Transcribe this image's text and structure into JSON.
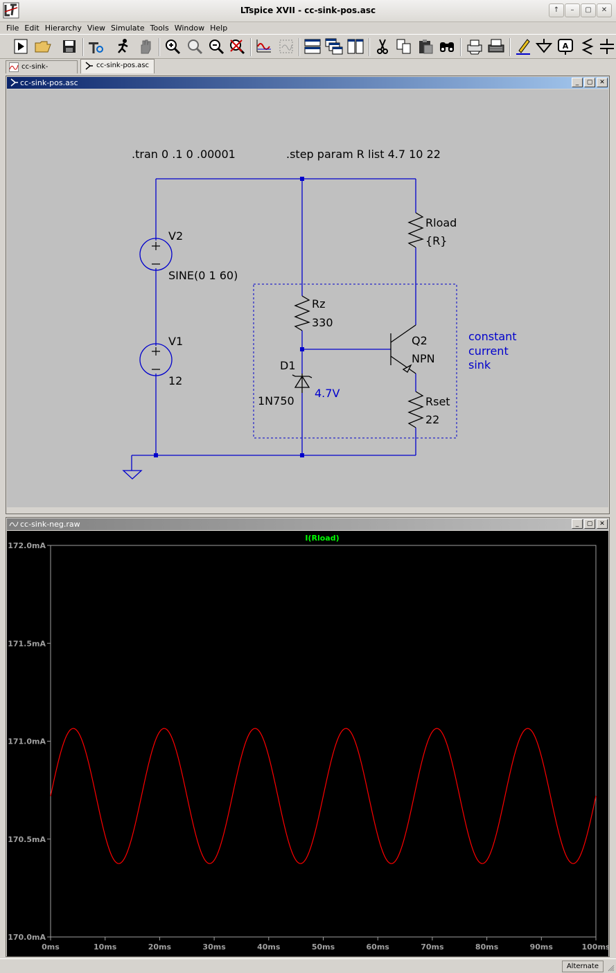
{
  "window": {
    "title": "LTspice XVII - cc-sink-pos.asc",
    "controls": [
      "↑",
      "–",
      "▢",
      "✕"
    ]
  },
  "menu": [
    "File",
    "Edit",
    "Hierarchy",
    "View",
    "Simulate",
    "Tools",
    "Window",
    "Help"
  ],
  "toolbar_icons": [
    "run-icon",
    "open-folder-icon",
    "save-icon",
    "control-panel-icon",
    "halt-icon",
    "pan-hand-icon",
    "zoom-in-icon",
    "zoom-rect-icon",
    "zoom-out-icon",
    "zoom-cancel-icon",
    "autorange-icon",
    "zoom-box-icon",
    "tile-horizontal-icon",
    "cascade-icon",
    "tile-vertical-icon",
    "cut-icon",
    "copy-icon",
    "paste-icon",
    "find-icon",
    "print-preview-icon",
    "print-icon",
    "wire-pencil-icon",
    "ground-icon",
    "label-net-icon",
    "resistor-icon",
    "capacitor-icon"
  ],
  "tabs": [
    {
      "label": "cc-sink-neg.raw",
      "icon": "waveform-file-icon"
    },
    {
      "label": "cc-sink-pos.asc",
      "icon": "schematic-file-icon"
    }
  ],
  "schematic": {
    "title": "cc-sink-pos.asc",
    "directives": {
      "tran": ".tran 0 .1 0 .00001",
      "step": ".step param R list 4.7 10 22"
    },
    "components": {
      "v2": {
        "name": "V2",
        "value": "SINE(0 1 60)"
      },
      "v1": {
        "name": "V1",
        "value": "12"
      },
      "rload": {
        "name": "Rload",
        "value": "{R}"
      },
      "rz": {
        "name": "Rz",
        "value": "330"
      },
      "q2": {
        "name": "Q2",
        "value": "NPN"
      },
      "d1": {
        "name": "D1",
        "value": "1N750",
        "voltage": "4.7V"
      },
      "rset": {
        "name": "Rset",
        "value": "22"
      }
    },
    "comment": [
      "constant",
      "current",
      "sink"
    ],
    "colors": {
      "background": "#c0c0c0",
      "wire": "#0000cc",
      "comment": "#0000cc"
    }
  },
  "waveform": {
    "title": "cc-sink-neg.raw",
    "trace_label": "I(Rload)",
    "colors": {
      "background": "#000000",
      "trace": "#ff0000",
      "trace_label": "#00ff00"
    }
  },
  "chart_data": {
    "type": "line",
    "title": "I(Rload)",
    "xlabel": "",
    "ylabel": "",
    "xlim": [
      0,
      100
    ],
    "ylim": [
      170.0,
      172.0
    ],
    "x_tick_labels": [
      "0ms",
      "10ms",
      "20ms",
      "30ms",
      "40ms",
      "50ms",
      "60ms",
      "70ms",
      "80ms",
      "90ms",
      "100ms"
    ],
    "y_tick_labels": [
      "172.0mA",
      "171.5mA",
      "171.0mA",
      "170.5mA",
      "170.0mA"
    ],
    "y_ticks": [
      172.0,
      171.5,
      171.0,
      170.5,
      170.0
    ],
    "grid": false,
    "series": [
      {
        "name": "I(Rload)",
        "shape": "sine",
        "frequency_hz": 60,
        "offset": 170.72,
        "amplitude": 0.345,
        "x_ms": [
          0,
          4.17,
          12.5,
          20.83,
          29.17,
          37.5,
          45.83,
          54.17,
          62.5,
          70.83,
          79.17,
          87.5,
          95.83,
          100
        ],
        "y_mA": [
          170.72,
          171.07,
          170.38,
          171.07,
          170.38,
          171.07,
          170.38,
          171.07,
          170.38,
          171.07,
          170.38,
          171.07,
          170.38,
          170.72
        ]
      }
    ]
  },
  "status": {
    "mode": "Alternate"
  }
}
